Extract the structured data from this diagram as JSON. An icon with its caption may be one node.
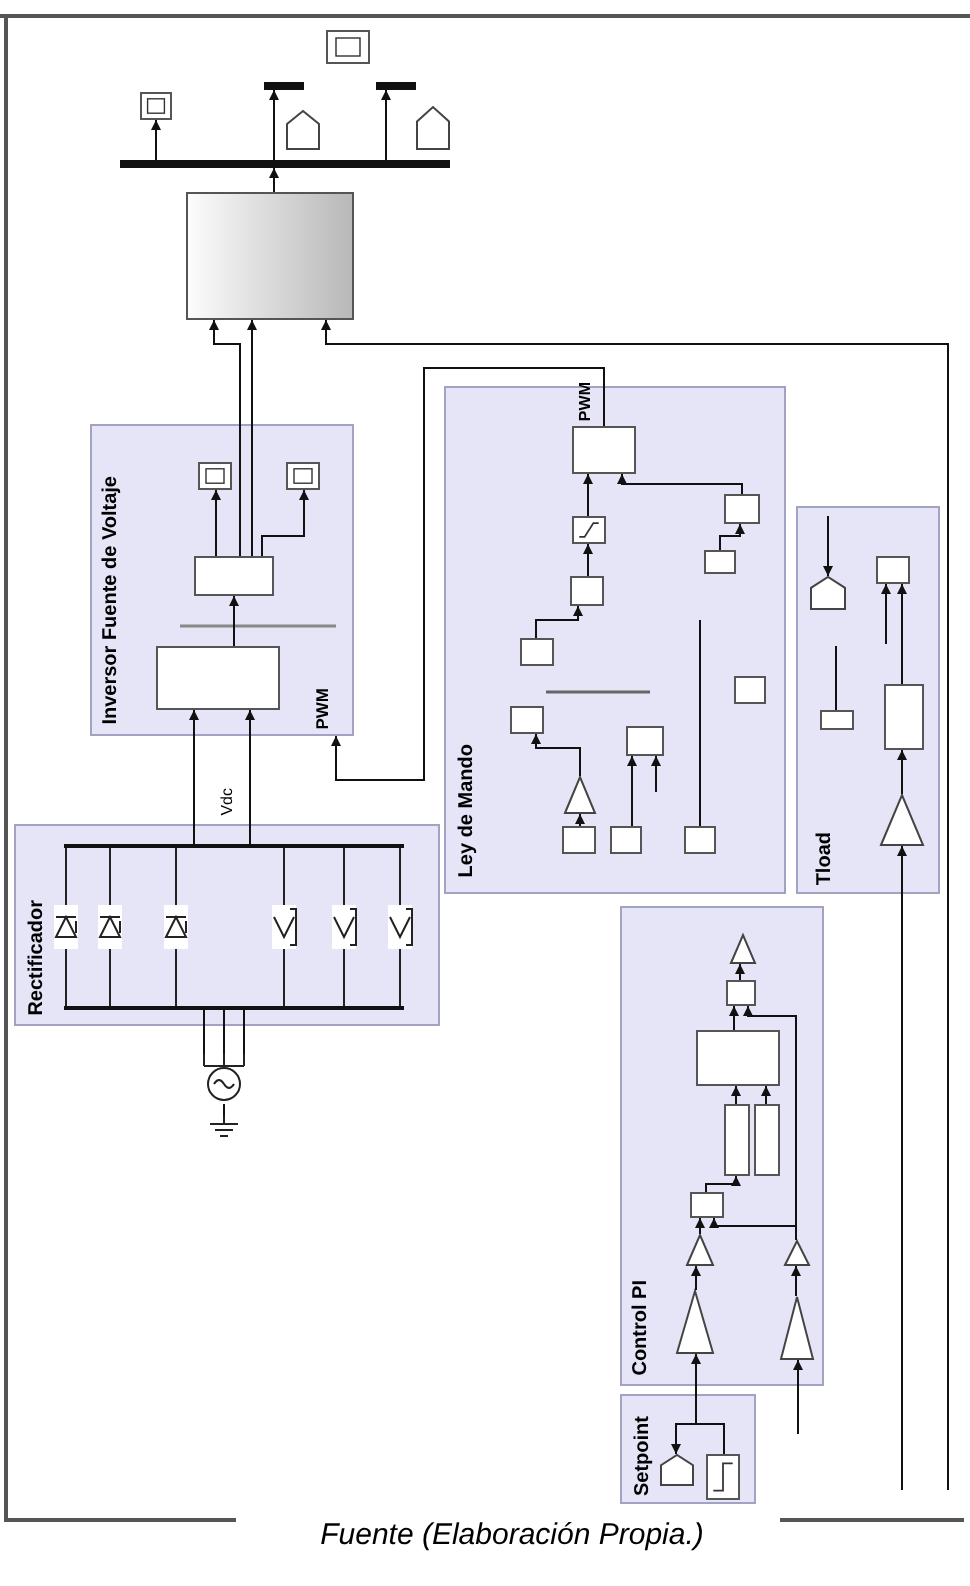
{
  "diagram": {
    "caption": "Fuente (Elaboración Propia.)",
    "nodes": [
      {
        "text": [],
        "shape": "box"
      },
      {
        "text": [],
        "shape": "bar"
      },
      {
        "text": [],
        "shape": "bar"
      },
      {
        "text": [],
        "shape": "box"
      },
      {
        "text": [],
        "shape": "pentagon"
      },
      {
        "text": [],
        "shape": "pentagon"
      },
      {
        "text": [],
        "shape": "bar"
      },
      {
        "text": [],
        "shape": "box"
      },
      {
        "text": [
          "Inversor Fuente de Voltaje"
        ]
      },
      {
        "text": [],
        "shape": "box",
        "in": 8
      },
      {
        "text": [],
        "shape": "box",
        "in": 8
      },
      {
        "text": [],
        "shape": "box",
        "in": 8
      },
      {
        "text": [],
        "shape": "box",
        "in": 8
      },
      {
        "text": [
          "Ley de Mando"
        ]
      },
      {
        "text": [],
        "shape": "box",
        "in": 13,
        "beside": [
          "PWM"
        ]
      },
      {
        "text": [],
        "shape": "box",
        "in": 13
      },
      {
        "text": [],
        "shape": "box",
        "in": 13
      },
      {
        "text": [],
        "shape": "box",
        "in": 13
      },
      {
        "text": [],
        "shape": "box",
        "in": 13
      },
      {
        "text": [],
        "shape": "box",
        "in": 13
      },
      {
        "text": [],
        "shape": "box",
        "in": 13
      },
      {
        "text": [],
        "shape": "box",
        "in": 13
      },
      {
        "text": [],
        "shape": "box",
        "in": 13
      },
      {
        "text": [],
        "shape": "triangle",
        "in": 13
      },
      {
        "text": [],
        "shape": "box",
        "in": 13
      },
      {
        "text": [],
        "shape": "box",
        "in": 13
      },
      {
        "text": [],
        "shape": "box",
        "in": 13
      },
      {
        "text": [
          "Tload"
        ]
      },
      {
        "text": [],
        "shape": "box",
        "in": 27
      },
      {
        "text": [],
        "shape": "pentagon",
        "in": 27
      },
      {
        "text": [],
        "shape": "box",
        "in": 27
      },
      {
        "text": [],
        "shape": "box",
        "in": 27
      },
      {
        "text": [],
        "shape": "triangle",
        "in": 27
      },
      {
        "text": [
          "Rectificador"
        ]
      },
      {
        "text": [],
        "shape": "diode",
        "in": 33
      },
      {
        "text": [],
        "shape": "diode",
        "in": 33
      },
      {
        "text": [],
        "shape": "diode",
        "in": 33
      },
      {
        "text": [],
        "shape": "diode",
        "in": 33
      },
      {
        "text": [],
        "shape": "diode",
        "in": 33
      },
      {
        "text": [],
        "shape": "diode",
        "in": 33
      },
      {
        "text": [
          "Control PI"
        ]
      },
      {
        "text": [],
        "shape": "triangle",
        "in": 40
      },
      {
        "text": [],
        "shape": "box",
        "in": 40
      },
      {
        "text": [],
        "shape": "box",
        "in": 40
      },
      {
        "text": [],
        "shape": "box",
        "in": 40
      },
      {
        "text": [],
        "shape": "box",
        "in": 40
      },
      {
        "text": [],
        "shape": "box",
        "in": 40
      },
      {
        "text": [],
        "shape": "triangle",
        "in": 40
      },
      {
        "text": [],
        "shape": "triangle",
        "in": 40
      },
      {
        "text": [],
        "shape": "triangle",
        "in": 40
      },
      {
        "text": [],
        "shape": "triangle",
        "in": 40
      },
      {
        "text": [
          "Setpoint"
        ]
      },
      {
        "text": [],
        "shape": "pentagon",
        "in": 51
      },
      {
        "text": [],
        "shape": "box",
        "in": 51
      },
      {
        "text": [],
        "shape": "circle"
      },
      {
        "text": [],
        "shape": "ground"
      },
      {
        "text": [],
        "shape": "bar",
        "in": 33
      },
      {
        "text": [],
        "shape": "bar",
        "in": 33
      }
    ],
    "edges": [
      {
        "from": 7,
        "to": 6,
        "arrow": "to"
      },
      {
        "from": 6,
        "to": 3,
        "arrow": "to"
      },
      {
        "from": 6,
        "to": 1,
        "arrow": "to"
      },
      {
        "from": 6,
        "to": 2,
        "arrow": "to"
      },
      {
        "from": 11,
        "to": 7,
        "arrow": "to"
      },
      {
        "from": 11,
        "to": 7,
        "arrow": "to"
      },
      {
        "from": 11,
        "to": 9,
        "arrow": "to"
      },
      {
        "from": 11,
        "to": 10,
        "arrow": "to"
      },
      {
        "from": 12,
        "to": 11,
        "arrow": "to"
      },
      {
        "from": null,
        "to": 7,
        "arrow": "to"
      },
      {
        "from": 14,
        "to": 8,
        "arrow": "to"
      },
      {
        "from": 56,
        "to": 12,
        "arrow": "to"
      },
      {
        "from": 56,
        "to": 12,
        "arrow": "to"
      },
      {
        "from": 54,
        "to": 57,
        "arrow": "none"
      },
      {
        "from": 54,
        "to": 57,
        "arrow": "none"
      },
      {
        "from": 54,
        "to": 57,
        "arrow": "none"
      },
      {
        "from": 54,
        "to": 55,
        "arrow": "none"
      },
      {
        "from": 24,
        "to": 23,
        "arrow": "to"
      },
      {
        "from": 23,
        "to": 21,
        "arrow": "to"
      },
      {
        "from": 19,
        "to": 18,
        "arrow": "to"
      },
      {
        "from": 18,
        "to": 16,
        "arrow": "to"
      },
      {
        "from": 16,
        "to": 14,
        "arrow": "to"
      },
      {
        "from": 17,
        "to": 15,
        "arrow": "to"
      },
      {
        "from": 15,
        "to": 14,
        "arrow": "to"
      },
      {
        "from": 25,
        "to": 22,
        "arrow": "to"
      },
      {
        "from": null,
        "to": 22,
        "arrow": "to"
      },
      {
        "from": 26,
        "to": null,
        "arrow": "none"
      },
      {
        "from": 32,
        "to": 30,
        "arrow": "to"
      },
      {
        "from": 30,
        "to": 28,
        "arrow": "to"
      },
      {
        "from": null,
        "to": 28,
        "arrow": "to"
      },
      {
        "from": null,
        "to": 29,
        "arrow": "to"
      },
      {
        "from": null,
        "to": 32,
        "arrow": "to"
      },
      {
        "from": 31,
        "to": null,
        "arrow": "none"
      },
      {
        "from": 53,
        "to": 52,
        "arrow": "to"
      },
      {
        "from": 53,
        "to": 49,
        "arrow": "to"
      },
      {
        "from": 49,
        "to": 47,
        "arrow": "to"
      },
      {
        "from": 47,
        "to": 46,
        "arrow": "to"
      },
      {
        "from": 48,
        "to": 46,
        "arrow": "to"
      },
      {
        "from": 50,
        "to": 48,
        "arrow": "to"
      },
      {
        "from": null,
        "to": 50,
        "arrow": "to"
      },
      {
        "from": 48,
        "to": 42,
        "arrow": "to"
      },
      {
        "from": 46,
        "to": 44,
        "arrow": "to"
      },
      {
        "from": 44,
        "to": 43,
        "arrow": "to"
      },
      {
        "from": 45,
        "to": 43,
        "arrow": "to"
      },
      {
        "from": 43,
        "to": 42,
        "arrow": "to"
      },
      {
        "from": 42,
        "to": 41,
        "arrow": "to"
      }
    ],
    "labels": [
      "PWM",
      "Vdc"
    ]
  }
}
